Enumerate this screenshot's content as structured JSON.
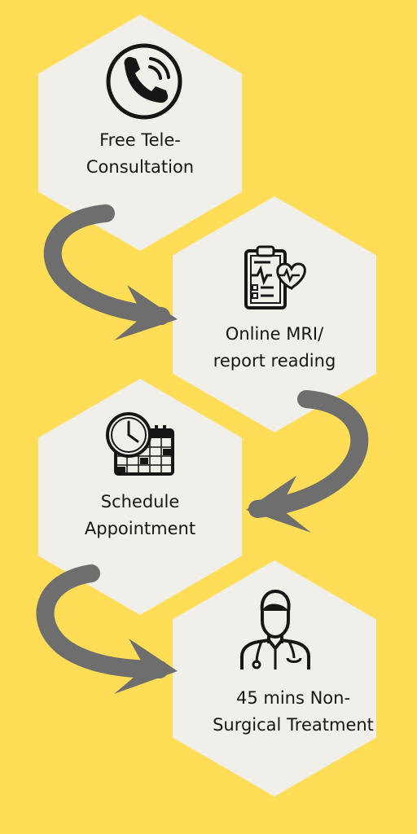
{
  "steps": [
    {
      "label": "Free Tele-\nConsultation",
      "icon": "phone-icon"
    },
    {
      "label": "Online MRI/\nreport reading",
      "icon": "clipboard-heart-icon"
    },
    {
      "label": "Schedule\nAppointment",
      "icon": "calendar-clock-icon"
    },
    {
      "label": "45 mins Non-\nSurgical Treatment",
      "icon": "doctor-icon"
    }
  ],
  "colors": {
    "background": "#FFDD57",
    "hexagon": "#F0EFEA",
    "arrow": "#6E6E6E",
    "icon": "#161616"
  }
}
